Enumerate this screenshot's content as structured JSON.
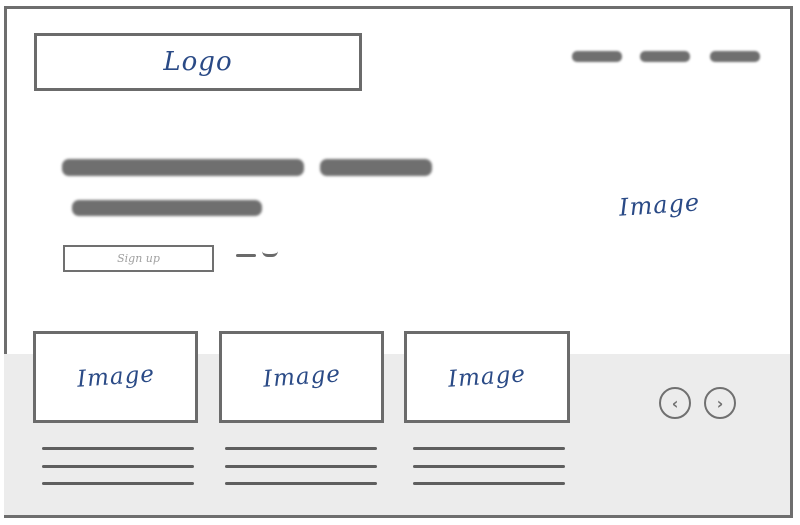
{
  "header": {
    "logo_label": "Logo",
    "nav_items": [
      "",
      "",
      ""
    ]
  },
  "hero": {
    "headline_placeholder": "",
    "subheadline_placeholder": "",
    "signup_button_label": "Sign up",
    "secondary_link_placeholder": "",
    "image_label": "Image"
  },
  "gallery": {
    "cards": [
      {
        "image_label": "Image"
      },
      {
        "image_label": "Image"
      },
      {
        "image_label": "Image"
      }
    ],
    "prev_icon": "chevron-left-icon",
    "next_icon": "chevron-right-icon",
    "prev_glyph": "‹",
    "next_glyph": "›"
  },
  "colors": {
    "sketch_stroke": "#6e6e6e",
    "handwriting": "#2a4a86",
    "band_background": "#ececec"
  }
}
